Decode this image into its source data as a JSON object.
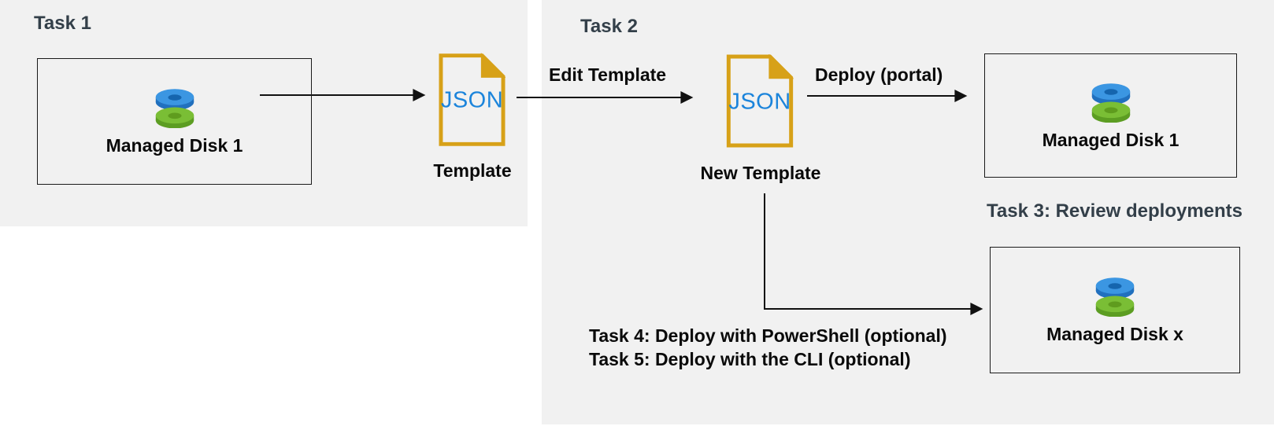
{
  "diagram": {
    "type": "flow-diagram",
    "subject": "Azure managed disk ARM template deployment tasks"
  },
  "colors": {
    "panel_bg": "#f1f1f1",
    "task_label_text": "#333f49",
    "body_text": "#0a0a0a",
    "json_file_border": "#d7a118",
    "json_file_text": "#1b84db",
    "disk_blue_top": "#3b96e2",
    "disk_blue_side": "#2170be",
    "disk_blue_hole": "#1565ae",
    "disk_green_top": "#7abe35",
    "disk_green_side": "#5c9d22",
    "disk_green_hole": "#5f9c1e",
    "arrow": "#111111"
  },
  "sections": {
    "task1": {
      "label": "Task 1"
    },
    "task2": {
      "label": "Task 2"
    },
    "task3": {
      "label": "Task 3: Review deployments"
    },
    "task4": {
      "label": "Task 4: Deploy with PowerShell (optional)"
    },
    "task5": {
      "label": "Task 5: Deploy with the CLI (optional)"
    }
  },
  "nodes": {
    "source_disk": {
      "label": "Managed Disk 1",
      "icon": "managed-disk-icon"
    },
    "template_file": {
      "file_text": "JSON",
      "label": "Template",
      "icon": "json-file-icon"
    },
    "new_template_file": {
      "file_text": "JSON",
      "label": "New Template",
      "icon": "json-file-icon"
    },
    "deployed_disk_portal": {
      "label": "Managed Disk 1",
      "icon": "managed-disk-icon"
    },
    "deployed_disk_x": {
      "label": "Managed Disk x",
      "icon": "managed-disk-icon"
    }
  },
  "edges": {
    "export_template": {
      "label": ""
    },
    "edit_template": {
      "label": "Edit Template"
    },
    "deploy_portal": {
      "label": "Deploy (portal)"
    },
    "deploy_scripted": {
      "label": ""
    }
  }
}
